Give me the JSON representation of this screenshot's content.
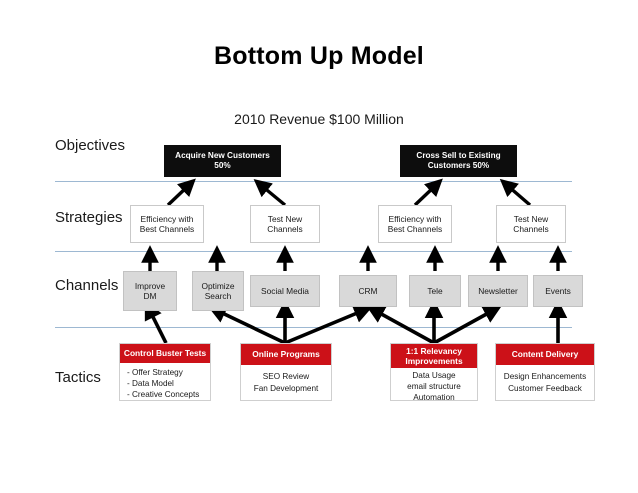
{
  "title": "Bottom Up Model",
  "subtitle": "2010 Revenue $100 Million",
  "rows": {
    "objectives_label": "Objectives",
    "strategies_label": "Strategies",
    "channels_label": "Channels",
    "tactics_label": "Tactics"
  },
  "colors": {
    "objective_bg": "#0d0d0d",
    "channel_bg": "#d9d9d9",
    "tactic_accent": "#CC1118",
    "divider": "#9db8d2"
  },
  "objectives": [
    {
      "line1": "Acquire New Customers",
      "line2": "50%"
    },
    {
      "line1": "Cross Sell to Existing",
      "line2": "Customers 50%"
    }
  ],
  "strategies": [
    {
      "line1": "Efficiency with",
      "line2": "Best Channels"
    },
    {
      "line1": "Test New",
      "line2": "Channels"
    },
    {
      "line1": "Efficiency with",
      "line2": "Best Channels"
    },
    {
      "line1": "Test New",
      "line2": "Channels"
    }
  ],
  "channels": [
    {
      "line1": "Improve",
      "line2": "DM"
    },
    {
      "line1": "Optimize",
      "line2": "Search"
    },
    {
      "line1": "Social Media",
      "line2": ""
    },
    {
      "line1": "CRM",
      "line2": ""
    },
    {
      "line1": "Tele",
      "line2": ""
    },
    {
      "line1": "Newsletter",
      "line2": ""
    },
    {
      "line1": "Events",
      "line2": ""
    }
  ],
  "tactics": [
    {
      "head1": "Control Buster Tests",
      "head2": "",
      "items": [
        "- Offer Strategy",
        "- Data Model",
        "- Creative Concepts"
      ]
    },
    {
      "head1": "Online Programs",
      "head2": "",
      "items": [
        "SEO Review",
        "Fan Development"
      ]
    },
    {
      "head1": "1:1 Relevancy",
      "head2": "Improvements",
      "items": [
        "Data Usage",
        "email structure",
        "Automation"
      ]
    },
    {
      "head1": "Content Delivery",
      "head2": "",
      "items": [
        "Design Enhancements",
        "Customer Feedback"
      ]
    }
  ]
}
